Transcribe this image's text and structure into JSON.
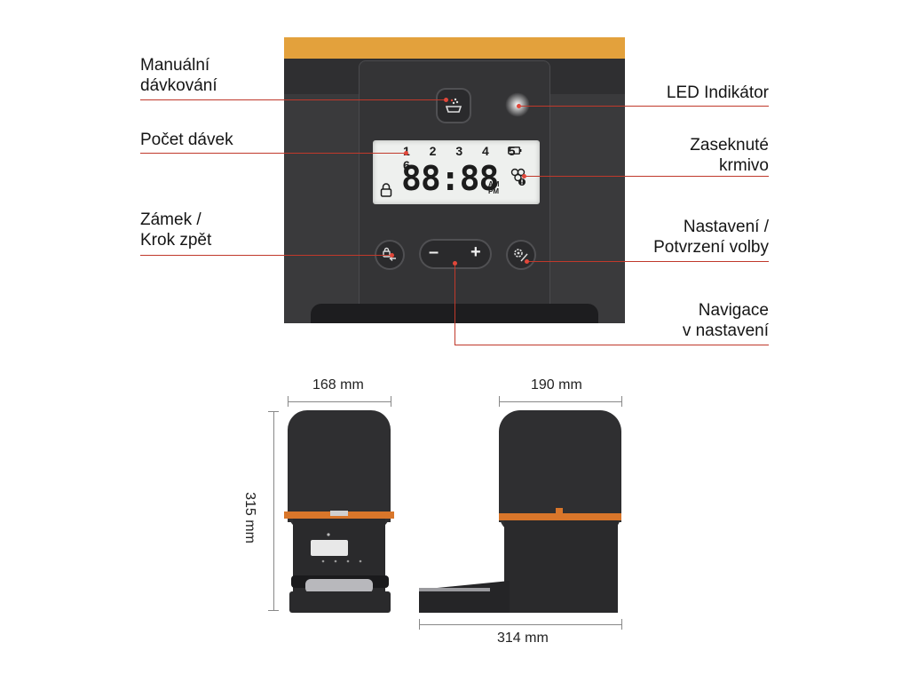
{
  "callouts": {
    "manual_line1": "Manuální",
    "manual_line2": "dávkování",
    "portions": "Počet dávek",
    "lock_line1": "Zámek /",
    "lock_line2": "Krok zpět",
    "led": "LED Indikátor",
    "jam_line1": "Zaseknuté",
    "jam_line2": "krmivo",
    "settings_line1": "Nastavení /",
    "settings_line2": "Potvrzení volby",
    "nav_line1": "Navigace",
    "nav_line2": "v nastavení"
  },
  "display": {
    "portions": "1 2 3 4 5 6",
    "time": "88:88",
    "am": "AM",
    "pm": "PM",
    "minus": "–",
    "plus": "+"
  },
  "dimensions": {
    "front_width": "168 mm",
    "side_width": "190 mm",
    "height": "315 mm",
    "depth": "314 mm"
  },
  "colors": {
    "lid": "#e3a13c",
    "body": "#3a3a3c",
    "accent_band": "#d9762a",
    "callout_line": "#c0392b"
  }
}
